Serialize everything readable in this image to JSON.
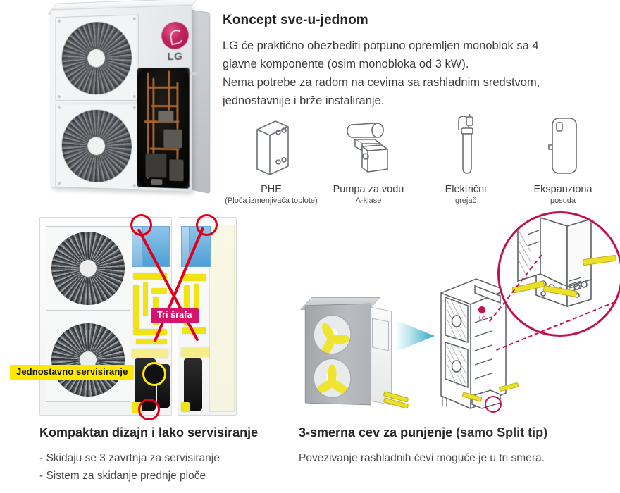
{
  "concept": {
    "title": "Koncept sve-u-jednom",
    "paragraph_lines": [
      "LG će praktično obezbediti potpuno opremljen monoblok sa 4",
      "glavne komponente (osim monobloka od 3 kW).",
      "Nema potrebe za radom na cevima sa rashladnim sredstvom,",
      "jednostavnije i brže instaliranje."
    ]
  },
  "components": [
    {
      "icon": "plate-heat-exchanger-icon",
      "name": "PHE",
      "sub": "(Ploča izmenjivača toplote)"
    },
    {
      "icon": "water-pump-icon",
      "name": "Pumpa za vodu",
      "sub": "A-klase"
    },
    {
      "icon": "electric-heater-icon",
      "name": "Električni",
      "sub": "grejač"
    },
    {
      "icon": "expansion-vessel-icon",
      "name": "Ekspanziona",
      "sub": "posuda"
    }
  ],
  "product_photo": {
    "brand": "LG",
    "alt": "LG monoblok spoljna jedinica sa dva ventilatora i presekom unutrašnjosti"
  },
  "xray_diagram": {
    "badges": [
      {
        "id": "tri-srafa",
        "label": "Tri šrafa",
        "bg": "#D6146B",
        "fg": "#FFFFFF"
      },
      {
        "id": "jednostavno-servisiranje",
        "label": "Jednostavno servisiranje",
        "bg": "#FFE800",
        "fg": "#111111"
      }
    ],
    "marker_color": "#E2001A",
    "screw_markers": 3
  },
  "threeway_diagram": {
    "arrow_color": "#2BA9C0",
    "magnifier_color": "#C2114F",
    "pipe_color": "#EADF2A",
    "pipe_directions": 3,
    "brand": "LG"
  },
  "captions": {
    "left": {
      "title": "Kompaktan dizajn i lako servisiranje",
      "items": [
        "- Skidaju se 3 zavrtnja za servisiranje",
        "- Sistem za skidanje prednje ploče"
      ]
    },
    "right": {
      "title": "3-smerna cev za punjenje",
      "title_suffix": "(samo Split tip)",
      "items": [
        "Povezivanje rashladnih ćevi moguće je u tri smera."
      ]
    }
  }
}
